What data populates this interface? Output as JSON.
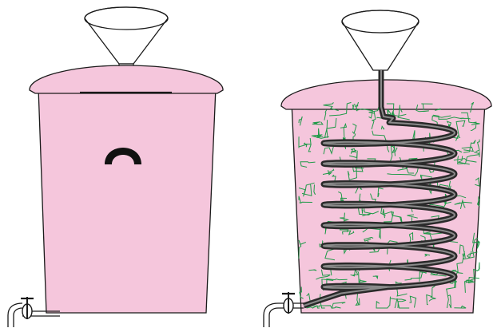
{
  "colors": {
    "background": "#ffffff",
    "tank_fill": "#f5c6dc",
    "outline": "#1a1a1a",
    "coil_outer": "#2a2a2a",
    "coil_inner": "#8a8a8a",
    "roots": "#1f9a48",
    "funnel_fill": "#ffffff"
  },
  "panels": [
    {
      "id": "plain-tank",
      "label": "",
      "items": [
        "funnel-icon",
        "lid",
        "tank-body",
        "handle-icon",
        "tap-icon"
      ]
    },
    {
      "id": "coil-tank",
      "label": "",
      "items": [
        "funnel-icon",
        "lid",
        "tank-body",
        "coil-pipe",
        "root-network",
        "tap-icon"
      ]
    }
  ],
  "coil": {
    "turns": 8
  },
  "roots": {
    "seed": 7,
    "segments": 180
  }
}
